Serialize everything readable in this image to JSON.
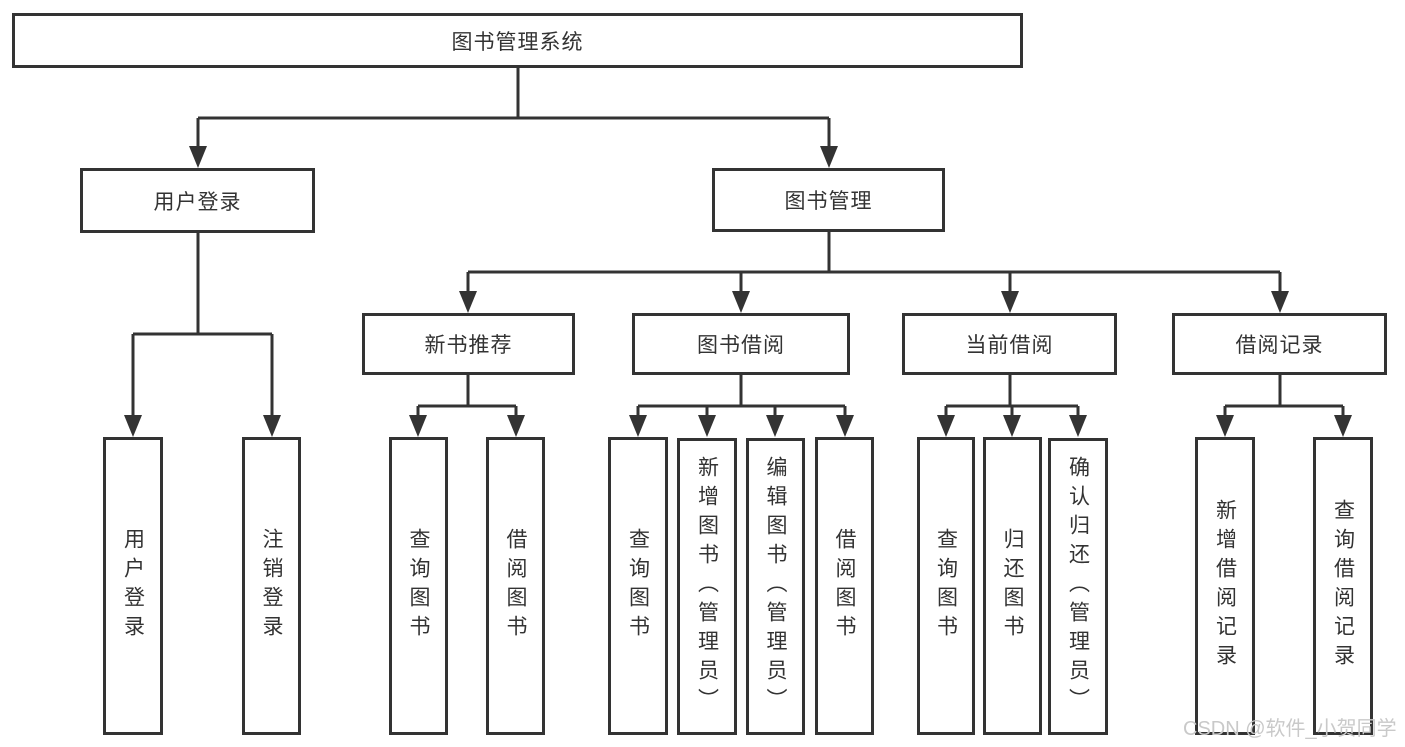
{
  "diagram": {
    "nodes": {
      "root": "图书管理系统",
      "user_login": "用户登录",
      "book_mgmt": "图书管理",
      "new_book_rec": "新书推荐",
      "book_borrow": "图书借阅",
      "current_borrow": "当前借阅",
      "borrow_records": "借阅记录"
    },
    "leaves": {
      "user_login": "用户登录",
      "logout": "注销登录",
      "rec_query": "查询图书",
      "rec_borrow": "借阅图书",
      "bor_query": "查询图书",
      "bor_add": "新增图书（管理员）",
      "bor_edit": "编辑图书（管理员）",
      "bor_borrow": "借阅图书",
      "cur_query": "查询图书",
      "cur_return": "归还图书",
      "cur_confirm": "确认归还（管理员）",
      "records_add": "新增借阅记录",
      "records_query": "查询借阅记录"
    },
    "colors": {
      "line": "#333333",
      "border": "#333333",
      "text": "#333333",
      "background": "#ffffff"
    }
  },
  "watermark": {
    "text": "CSDN @软件_小贺同学",
    "color": "#c9c9c9"
  }
}
